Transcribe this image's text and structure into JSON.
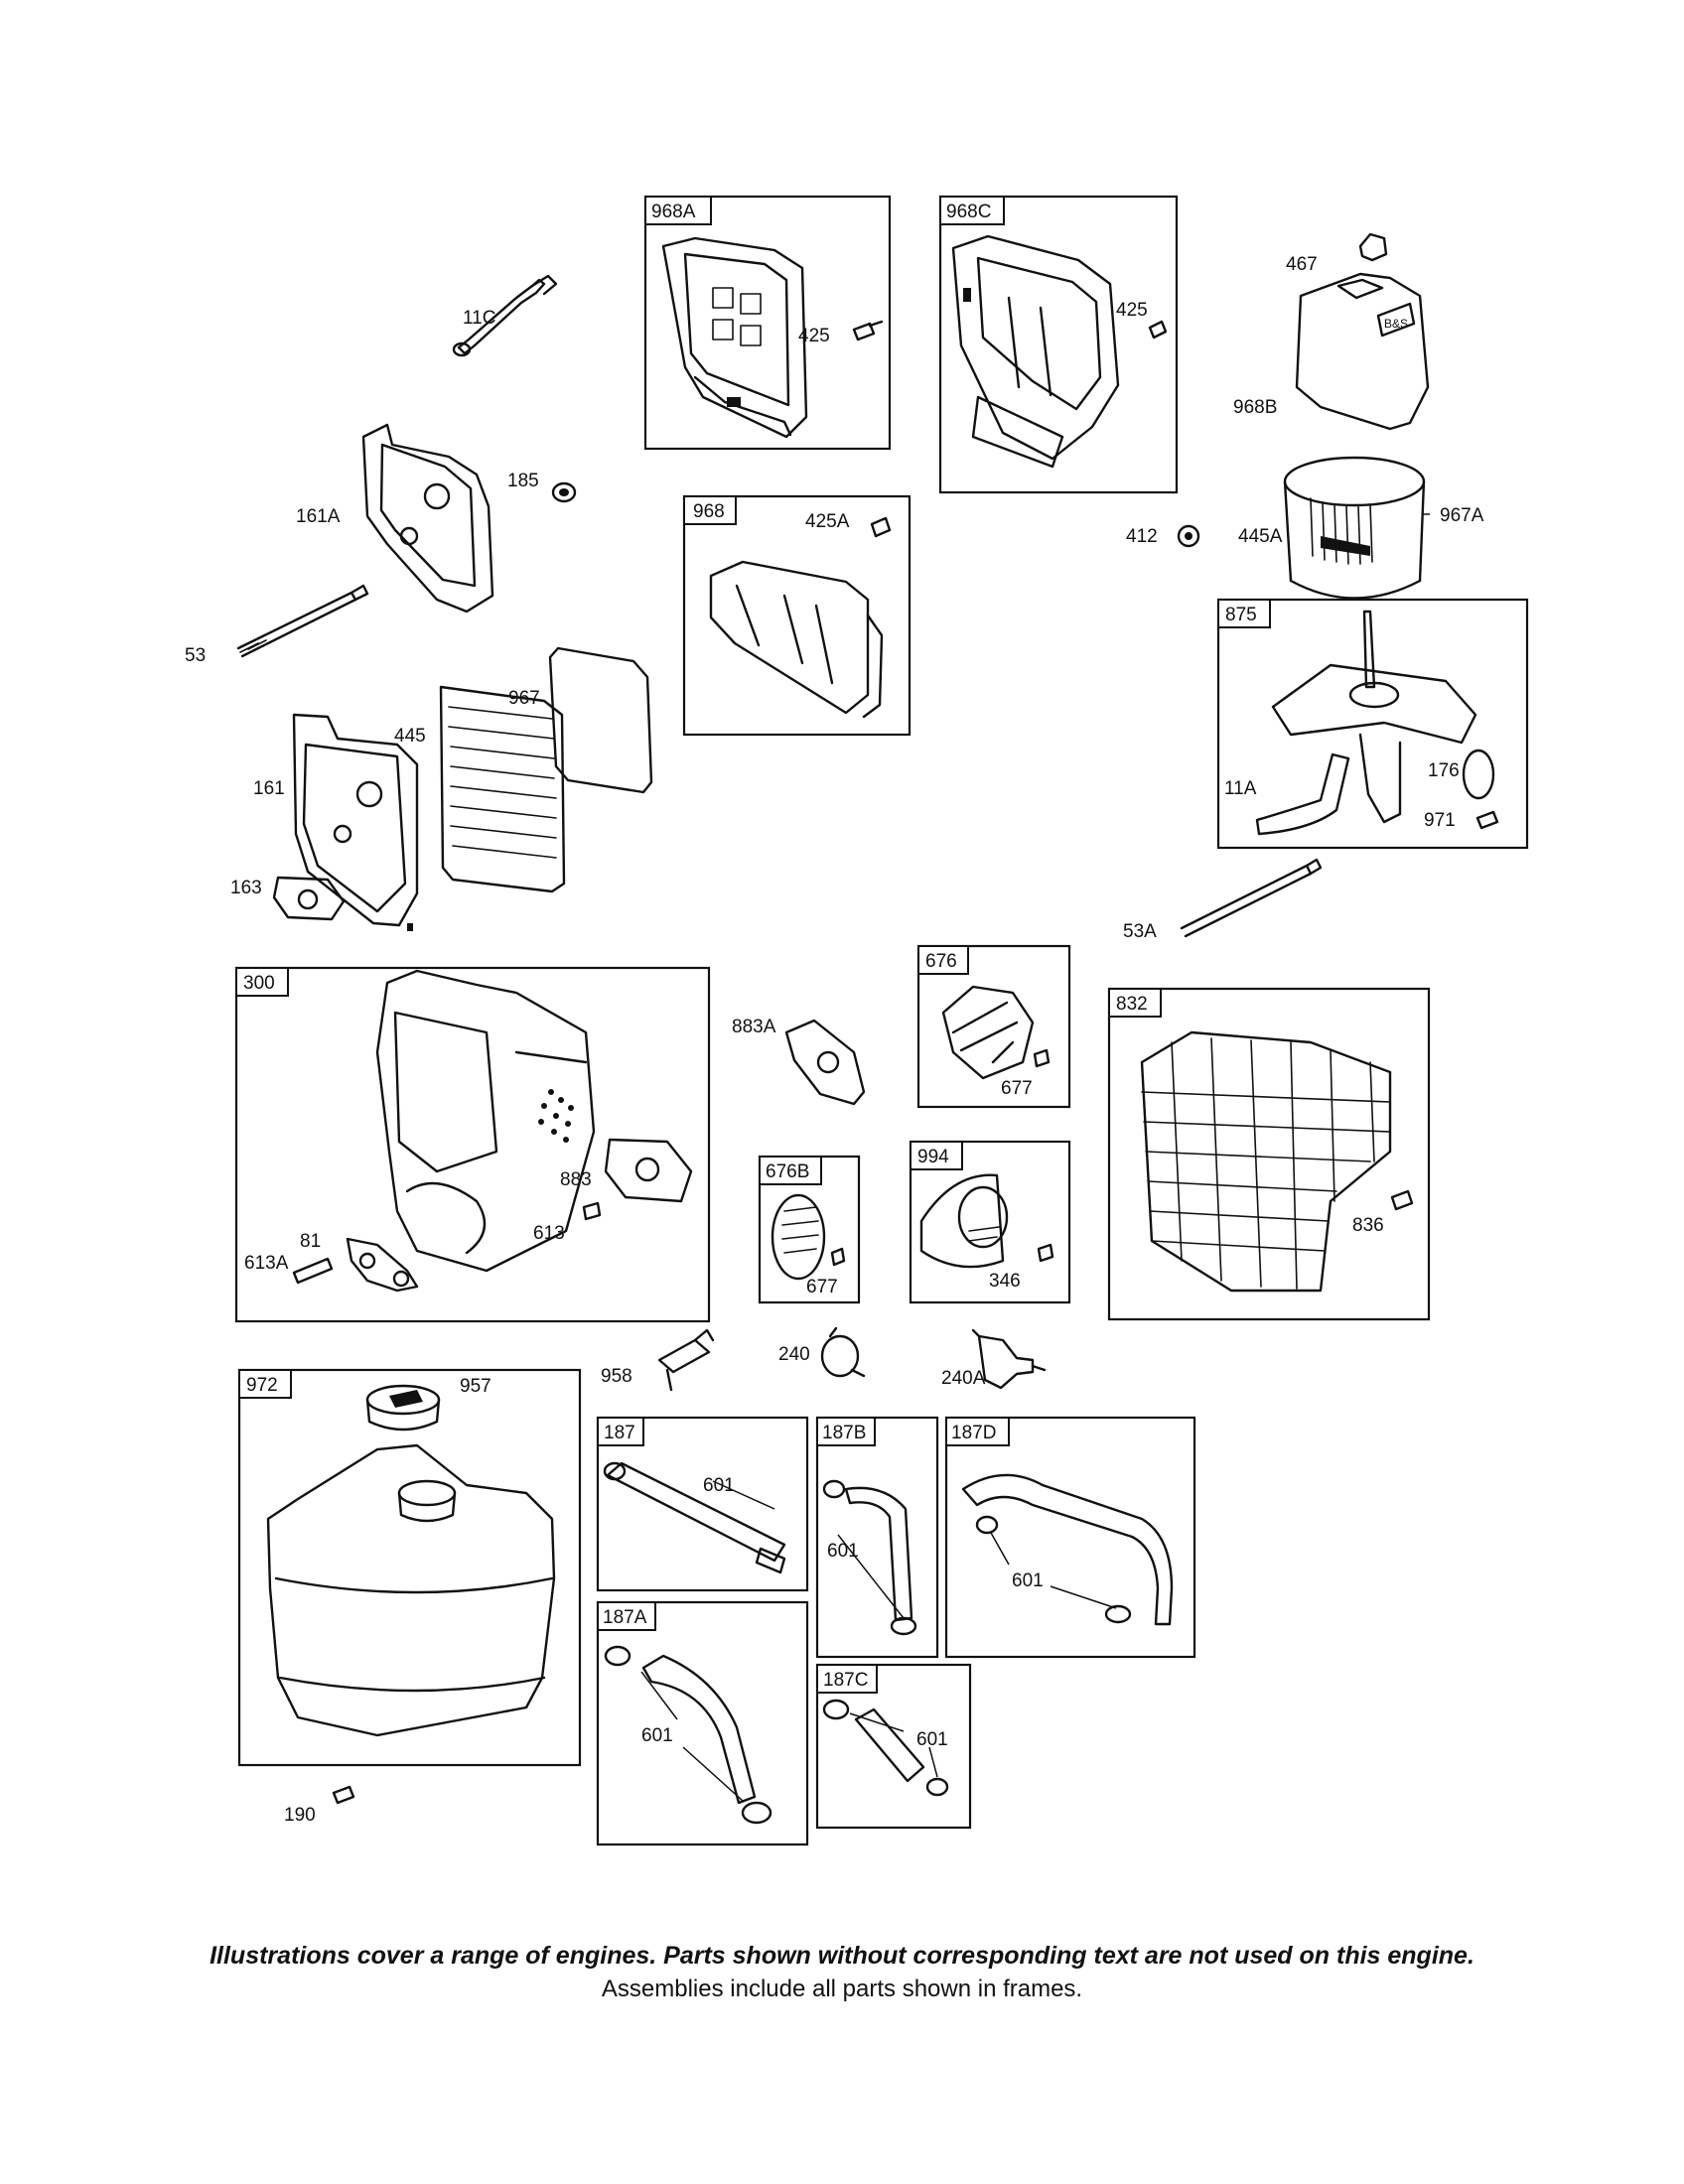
{
  "diagram": {
    "frames": [
      {
        "id": "frame-968A",
        "label": "968A"
      },
      {
        "id": "frame-968C",
        "label": "968C"
      },
      {
        "id": "frame-968",
        "label": "968"
      },
      {
        "id": "frame-875",
        "label": "875"
      },
      {
        "id": "frame-676",
        "label": "676"
      },
      {
        "id": "frame-300",
        "label": "300"
      },
      {
        "id": "frame-832",
        "label": "832"
      },
      {
        "id": "frame-676B",
        "label": "676B"
      },
      {
        "id": "frame-994",
        "label": "994"
      },
      {
        "id": "frame-972",
        "label": "972"
      },
      {
        "id": "frame-187",
        "label": "187"
      },
      {
        "id": "frame-187B",
        "label": "187B"
      },
      {
        "id": "frame-187D",
        "label": "187D"
      },
      {
        "id": "frame-187A",
        "label": "187A"
      },
      {
        "id": "frame-187C",
        "label": "187C"
      }
    ],
    "labels": [
      "11C",
      "425",
      "425",
      "467",
      "968B",
      "185",
      "161A",
      "425A",
      "412",
      "445A",
      "967A",
      "53",
      "967",
      "445",
      "161",
      "163",
      "11A",
      "176",
      "971",
      "53A",
      "883A",
      "677",
      "883",
      "613",
      "81",
      "613A",
      "677",
      "346",
      "836",
      "958",
      "240",
      "240A",
      "957",
      "601",
      "601",
      "601",
      "601",
      "601",
      "190"
    ]
  },
  "footer": {
    "note1": "Illustrations cover a range of engines. Parts shown without corresponding text are not used on this engine.",
    "note2": "Assemblies include all parts shown in frames."
  }
}
